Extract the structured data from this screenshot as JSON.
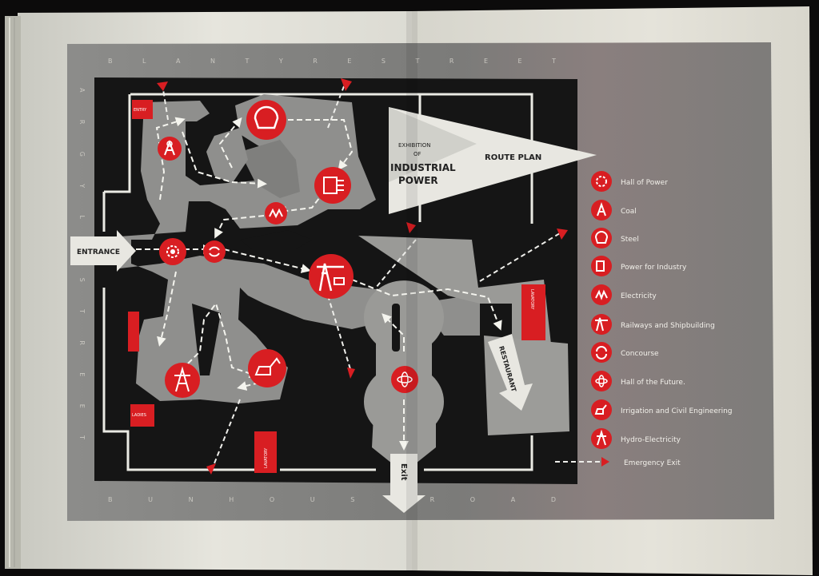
{
  "map": {
    "title_lines": [
      "EXHIBITION",
      "OF",
      "INDUSTRIAL",
      "POWER"
    ],
    "route_plan": "ROUTE PLAN",
    "entrance": "ENTRANCE",
    "restaurant": "RESTAURANT",
    "exit": "Exit",
    "streets": {
      "north": "B L A N T Y R E   S T R E E T",
      "west": "A R G Y L E   S T R E E T",
      "south": "B U N H O U S E   R O A D"
    },
    "small_labels": {
      "lavatory_south": "LAVATORY",
      "lavatory_east": "LAVATORY",
      "west_top": "ENTRY",
      "west_bottom": "LADIES"
    },
    "colors": {
      "red": "#d81e22",
      "page": "#e6e5dc",
      "dark": "#151515",
      "mid_grey": "#8e8e8c",
      "light_grey": "#aaa9a4"
    }
  },
  "legend": {
    "items": [
      {
        "label": "Hall of Power",
        "icon": "sun-gear-icon"
      },
      {
        "label": "Coal",
        "icon": "pithead-icon"
      },
      {
        "label": "Steel",
        "icon": "ladle-icon"
      },
      {
        "label": "Power for Industry",
        "icon": "machine-icon"
      },
      {
        "label": "Electricity",
        "icon": "lightning-icon"
      },
      {
        "label": "Railways and Shipbuilding",
        "icon": "crane-icon"
      },
      {
        "label": "Concourse",
        "icon": "arrows-cycle-icon"
      },
      {
        "label": "Hall of the Future.",
        "icon": "atom-icon"
      },
      {
        "label": "Irrigation and Civil Engineering",
        "icon": "excavator-icon"
      },
      {
        "label": "Hydro-Electricity",
        "icon": "pylon-icon"
      }
    ],
    "emergency_exit": "Emergency Exit"
  }
}
